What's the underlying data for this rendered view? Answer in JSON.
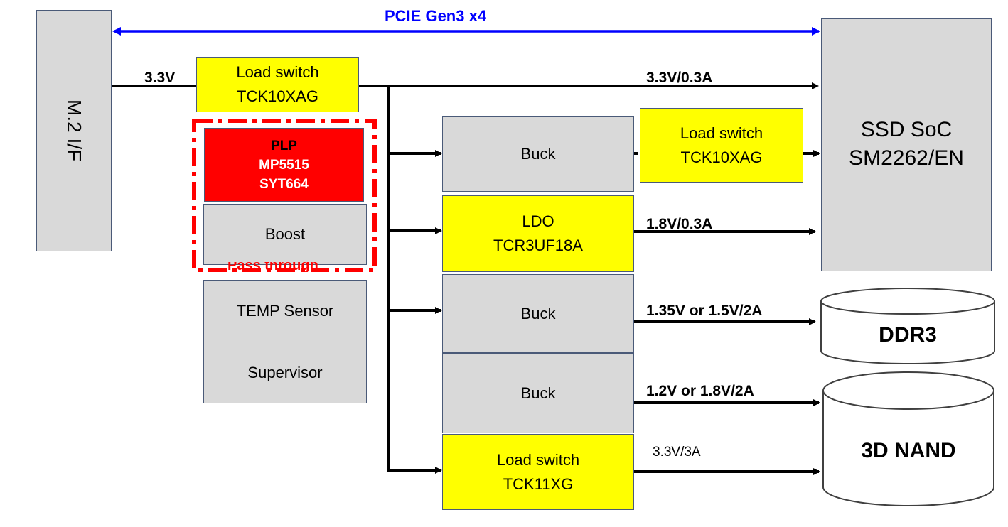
{
  "bus": {
    "label": "PCIE Gen3 x4",
    "color": "#0000ff"
  },
  "colors": {
    "gray_block": "#d9d9d9",
    "power_part": "#ffff00",
    "plp": "#ff0000",
    "dashed_outline": "#ff0000"
  },
  "blocks": {
    "m2_if": "M.2 I/F",
    "load_switch_main": [
      "Load switch",
      "TCK10XAG"
    ],
    "plp": [
      "PLP",
      "MP5515",
      "SYT664"
    ],
    "boost": "Boost",
    "plp_hidden_text": "Pass through",
    "temp_sensor": "TEMP Sensor",
    "supervisor": "Supervisor",
    "buck_1": "Buck",
    "load_switch_soc": [
      "Load switch",
      "TCK10XAG"
    ],
    "ldo": [
      "LDO",
      "TCR3UF18A"
    ],
    "buck_2": "Buck",
    "buck_3": "Buck",
    "load_switch_nand": [
      "Load switch",
      "TCK11XG"
    ],
    "ssd_soc": [
      "SSD SoC",
      "SM2262/EN"
    ],
    "ddr3": "DDR3",
    "nand": "3D NAND"
  },
  "rails": {
    "input": "3.3V",
    "soc_33": "3.3V/0.3A",
    "soc_18": "1.8V/0.3A",
    "ddr": "1.35V or 1.5V/2A",
    "nand_core": "1.2V or 1.8V/2A",
    "nand_33": "3.3V/3A"
  }
}
